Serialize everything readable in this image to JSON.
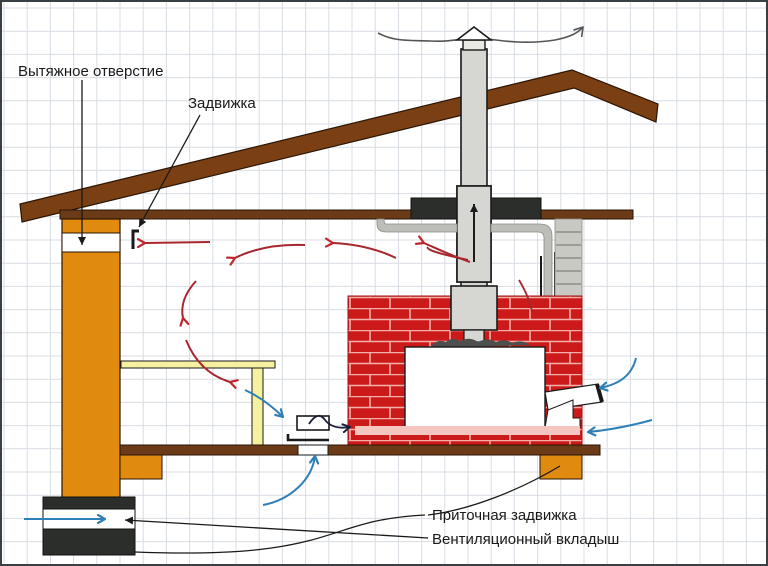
{
  "title": "Вентиляция бани: схема движения воздуха",
  "labels": {
    "exhaust_opening": "Вытяжное отверстие",
    "damper": "Задвижка",
    "supply_damper": "Приточная задвижка",
    "vent_insert": "Вентиляционный вкладыш"
  },
  "colors": {
    "background": "#ffffff",
    "grid": "#d8dde3",
    "roof_wood": "#7a3f12",
    "beam_wood": "#6b3a16",
    "wall_wood": "#e08a10",
    "brick": "#cc1a1a",
    "brick_mortar": "#f3b0a8",
    "pipe": "#d6d6d2",
    "insulation": "#2b2e2b",
    "bench": "#f6f1a0",
    "warm_air_arrow": "#b5232a",
    "cold_air_arrow": "#2f7fb8",
    "smoke_arrow": "#555555",
    "outline": "#1a1a1a"
  },
  "flows": {
    "warm_air": "red arrows — circulation of heated air under the ceiling toward exhaust",
    "cold_air": "blue arrows — fresh supply air entering from outside",
    "smoke": "arrow up the chimney pipe"
  }
}
